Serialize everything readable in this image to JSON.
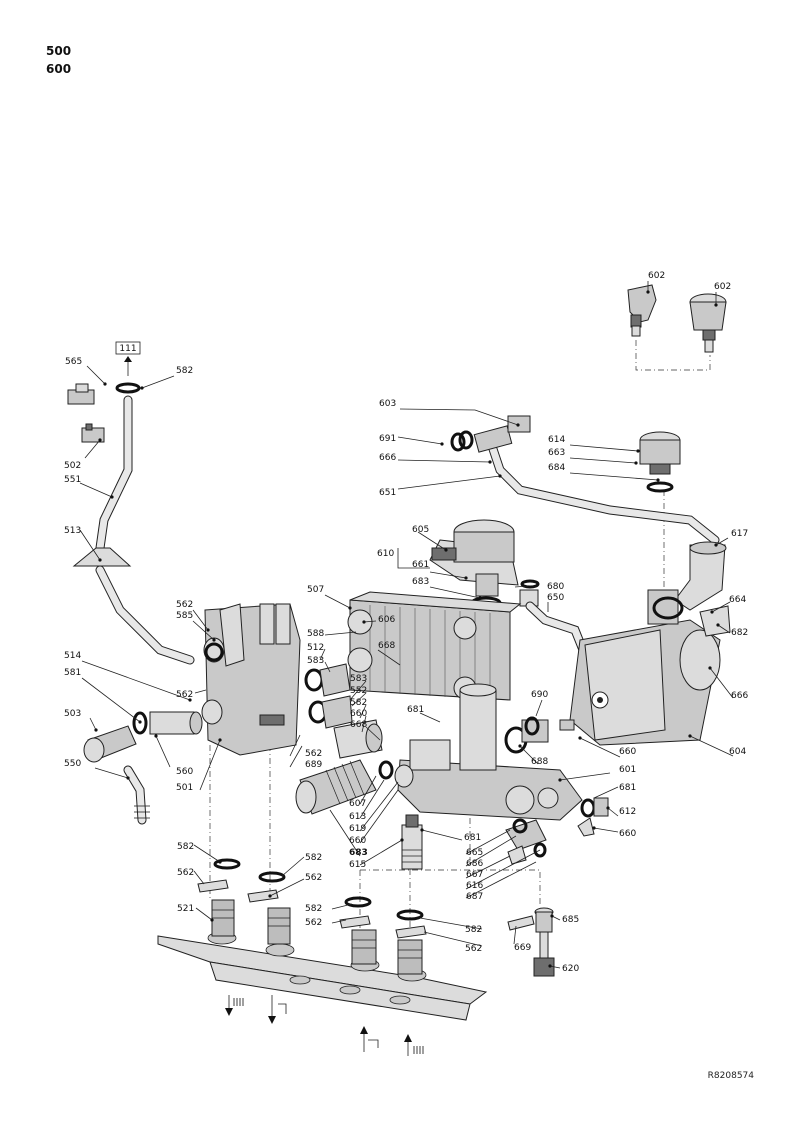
{
  "header": {
    "model_line1": "500",
    "model_line2": "600"
  },
  "reference_code": "R8208574",
  "box_label": "111",
  "callouts": {
    "c602a": "602",
    "c602b": "602",
    "c565": "565",
    "c582a": "582",
    "c502": "502",
    "c551": "551",
    "c513": "513",
    "c603": "603",
    "c691": "691",
    "c666a": "666",
    "c651": "651",
    "c614": "614",
    "c663": "663",
    "c684": "684",
    "c617": "617",
    "c605": "605",
    "c610": "610",
    "c661": "661",
    "c683a": "683",
    "c680": "680",
    "c650": "650",
    "c664": "664",
    "c682": "682",
    "c507": "507",
    "c606": "606",
    "c588": "588",
    "c512": "512",
    "c583a": "583",
    "c668a": "668",
    "c562a": "562",
    "c585": "585",
    "c666b": "666",
    "c514": "514",
    "c581": "581",
    "c562b": "562",
    "c583b": "583",
    "c552": "552",
    "c582b": "582",
    "c660a": "660",
    "c668b": "668",
    "c681a": "681",
    "c690": "690",
    "c503": "503",
    "c560": "560",
    "c562c": "562",
    "c689": "689",
    "c688": "688",
    "c660b": "660",
    "c604": "604",
    "c550": "550",
    "c501": "501",
    "c601": "601",
    "c607": "607",
    "c613": "613",
    "c619": "619",
    "c660c": "660",
    "c683b": "683",
    "c615": "615",
    "c681b": "681",
    "c612": "612",
    "c660d": "660",
    "c681c": "681",
    "c665": "665",
    "c686": "686",
    "c667": "667",
    "c616": "616",
    "c687": "687",
    "c582c": "582",
    "c582d": "582",
    "c562d": "562",
    "c562e": "562",
    "c521": "521",
    "c582e": "582",
    "c562f": "562",
    "c582f": "582",
    "c562g": "562",
    "c685": "685",
    "c669": "669",
    "c620": "620"
  },
  "icons": {
    "water_out_hot": "hot-water-outlet-icon",
    "heating_flow": "heating-flow-icon",
    "cold_in": "cold-water-inlet-icon",
    "heating_return": "heating-return-icon"
  }
}
